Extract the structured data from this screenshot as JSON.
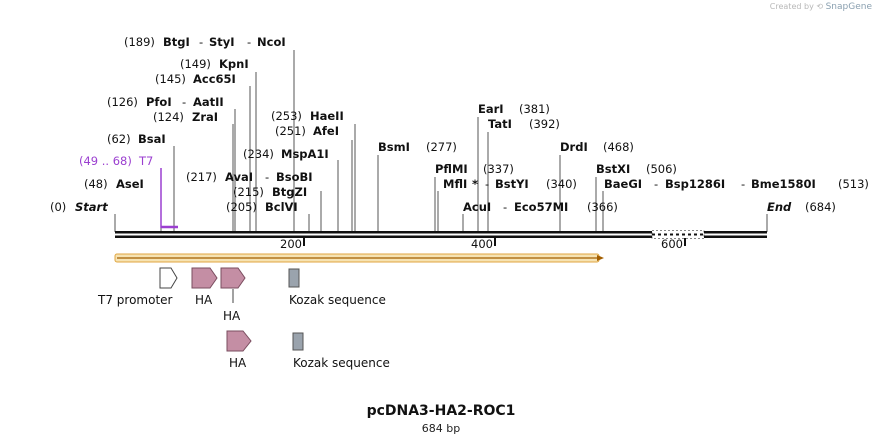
{
  "watermark": {
    "prefix": "Created by",
    "brand": "SnapGene"
  },
  "plasmid": {
    "name": "pcDNA3-HA2-ROC1",
    "size_label": "684 bp"
  },
  "ends": [
    {
      "pos": "(0)",
      "name": "Start"
    },
    {
      "pos": "(684)",
      "name": "End"
    }
  ],
  "enzymes": [
    {
      "pos": "(189)",
      "name": "BtgI",
      "extra": [
        "StyI",
        "NcoI"
      ]
    },
    {
      "pos": "(149)",
      "name": "KpnI"
    },
    {
      "pos": "(145)",
      "name": "Acc65I"
    },
    {
      "pos": "(126)",
      "name": "PfoI",
      "extra": [
        "AatII"
      ]
    },
    {
      "pos": "(124)",
      "name": "ZraI"
    },
    {
      "pos": "(62)",
      "name": "BsaI"
    },
    {
      "pos": "(48)",
      "name": "AseI"
    },
    {
      "pos": "(217)",
      "name": "AvaI",
      "extra": [
        "BsoBI"
      ]
    },
    {
      "pos": "(215)",
      "name": "BtgZI"
    },
    {
      "pos": "(205)",
      "name": "BclVI"
    },
    {
      "pos": "(234)",
      "name": "MspA1I"
    },
    {
      "pos": "(251)",
      "name": "AfeI"
    },
    {
      "pos": "(253)",
      "name": "HaeII"
    },
    {
      "pos": "(277)",
      "name": "BsmI"
    },
    {
      "pos": "(381)",
      "name": "EarI"
    },
    {
      "pos": "(392)",
      "name": "TatI"
    },
    {
      "pos": "PflMI"
    },
    {
      "pos": "(337)",
      "name": "MflI",
      "star": "*",
      "extra": [
        "BstYI"
      ]
    },
    {
      "pos": "(340)",
      "name": "AcuI",
      "extra": [
        "Eco57MI"
      ]
    },
    {
      "pos": "(468)",
      "name": "DrdI"
    },
    {
      "pos": "(366)",
      "name": "BstXI"
    },
    {
      "pos": "(506)",
      "name": "BaeGI",
      "extra": [
        "Bsp1286I",
        "Bme1580I"
      ]
    },
    {
      "pos": "(513)"
    }
  ],
  "primer": {
    "range": "(49 .. 68)",
    "name": "T7"
  },
  "axis": {
    "ticks": [
      "200",
      "400",
      "600"
    ]
  },
  "features": [
    {
      "name": "T7 promoter",
      "type": "promoter"
    },
    {
      "name": "HA",
      "type": "tag"
    },
    {
      "name": "HA",
      "type": "tag"
    },
    {
      "name": "Kozak sequence",
      "type": "kozak"
    },
    {
      "name": "HA",
      "type": "tag"
    },
    {
      "name": "Kozak sequence",
      "type": "kozak"
    }
  ],
  "colors": {
    "backbone": "#111111",
    "orf_fill": "#f6e3b3",
    "orf_stroke": "#e0a640",
    "tag": "#c48ea4",
    "kozak": "#9aa3ad",
    "primer": "#9b3fd0"
  }
}
